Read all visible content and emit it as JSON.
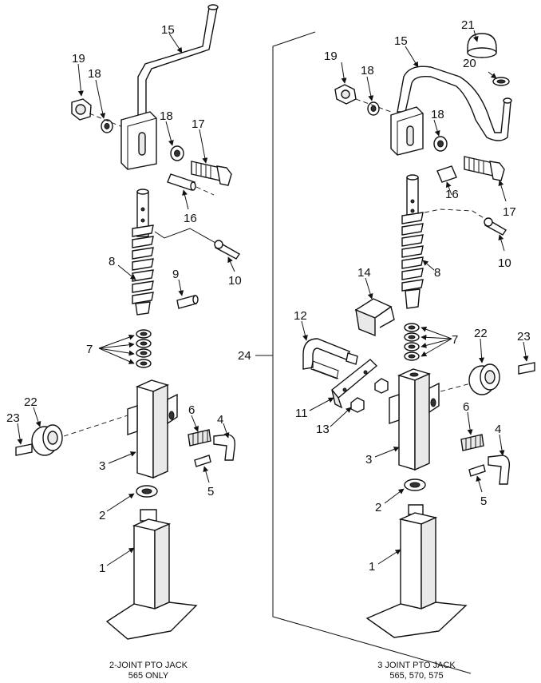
{
  "captions": {
    "left_title": "2-JOINT PTO JACK",
    "left_subtitle": "565 ONLY",
    "right_title": "3 JOINT PTO JACK",
    "right_subtitle": "565, 570, 575"
  },
  "callouts_left": [
    "15",
    "19",
    "18",
    "18",
    "17",
    "16",
    "8",
    "9",
    "10",
    "7",
    "22",
    "23",
    "3",
    "6",
    "4",
    "5",
    "2",
    "1"
  ],
  "callouts_right": [
    "21",
    "19",
    "18",
    "15",
    "20",
    "18",
    "17",
    "16",
    "10",
    "8",
    "14",
    "12",
    "7",
    "22",
    "23",
    "24",
    "11",
    "13",
    "6",
    "4",
    "3",
    "5",
    "2",
    "1"
  ]
}
